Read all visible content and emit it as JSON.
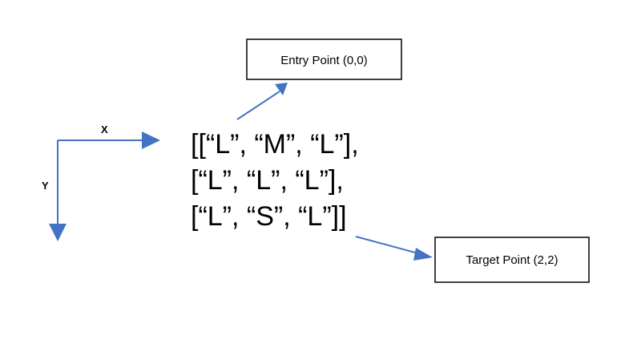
{
  "axes": {
    "x_label": "X",
    "y_label": "Y"
  },
  "grid": {
    "rows": [
      "[[“L”, “M”, “L”],",
      "[“L”, “L”, “L”],",
      "[“L”, “S”, “L”]]"
    ]
  },
  "entry": {
    "label": "Entry Point (0,0)"
  },
  "target": {
    "label": "Target Point (2,2)"
  },
  "colors": {
    "arrow": "#4472c4",
    "box_border": "#000000",
    "text": "#000000"
  }
}
